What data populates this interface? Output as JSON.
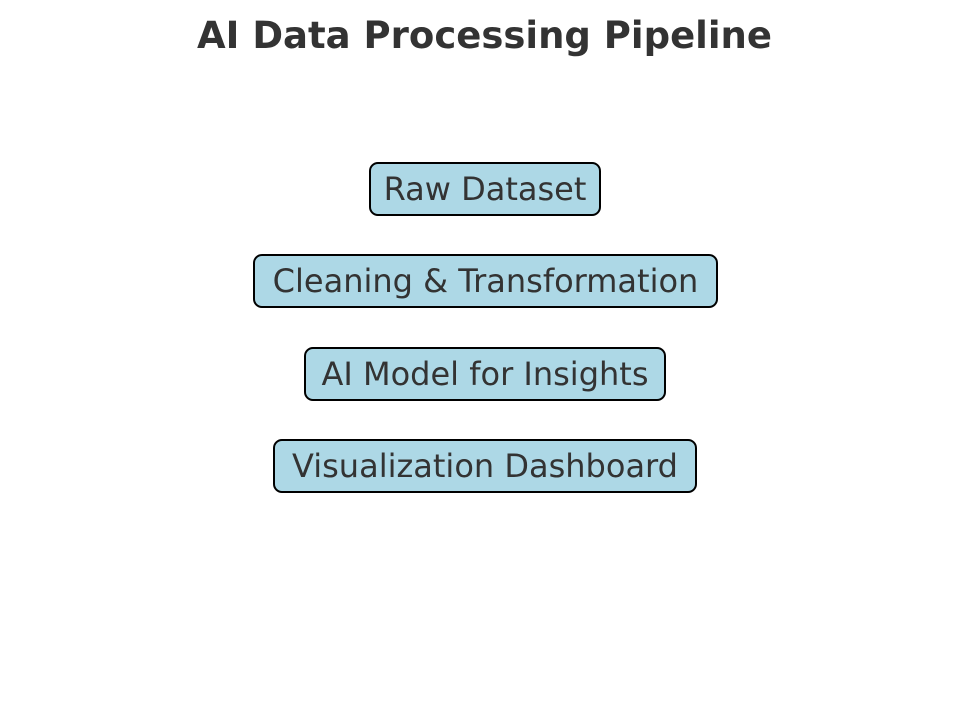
{
  "title": "AI Data Processing Pipeline",
  "colors": {
    "box_fill": "#add8e6",
    "box_border": "#000000",
    "text": "#333333"
  },
  "steps": [
    {
      "label": "Raw Dataset"
    },
    {
      "label": "Cleaning & Transformation"
    },
    {
      "label": "AI Model for Insights"
    },
    {
      "label": "Visualization Dashboard"
    }
  ]
}
